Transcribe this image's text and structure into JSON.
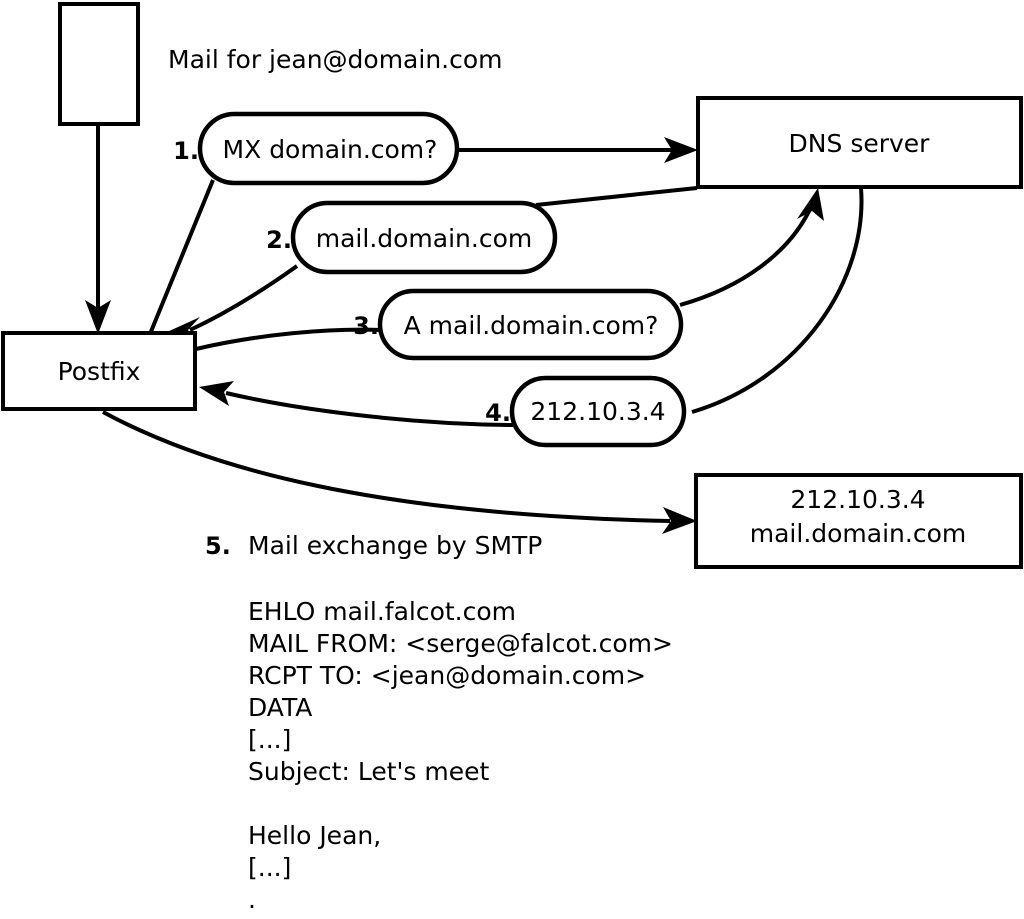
{
  "diagram": {
    "title_caption": "Mail for jean@domain.com",
    "nodes": {
      "sender_box": {
        "label": ""
      },
      "postfix": {
        "label": "Postfix"
      },
      "dns_server": {
        "label": "DNS server"
      },
      "remote_mx": {
        "line1": "212.10.3.4",
        "line2": "mail.domain.com"
      }
    },
    "steps": [
      {
        "number": "1.",
        "label": "MX domain.com?"
      },
      {
        "number": "2.",
        "label": "mail.domain.com"
      },
      {
        "number": "3.",
        "label": "A mail.domain.com?"
      },
      {
        "number": "4.",
        "label": "212.10.3.4"
      }
    ],
    "smtp_step": {
      "number": "5.",
      "label": "Mail exchange by SMTP"
    },
    "transcript": [
      "EHLO mail.falcot.com",
      "MAIL FROM: <serge@falcot.com>",
      "RCPT TO: <jean@domain.com>",
      "DATA",
      "[...]",
      "Subject: Let's meet",
      "",
      "Hello Jean,",
      "[...]",
      "."
    ],
    "colors": {
      "stroke": "#000000",
      "fill": "#ffffff",
      "background": "#ffffff"
    }
  }
}
